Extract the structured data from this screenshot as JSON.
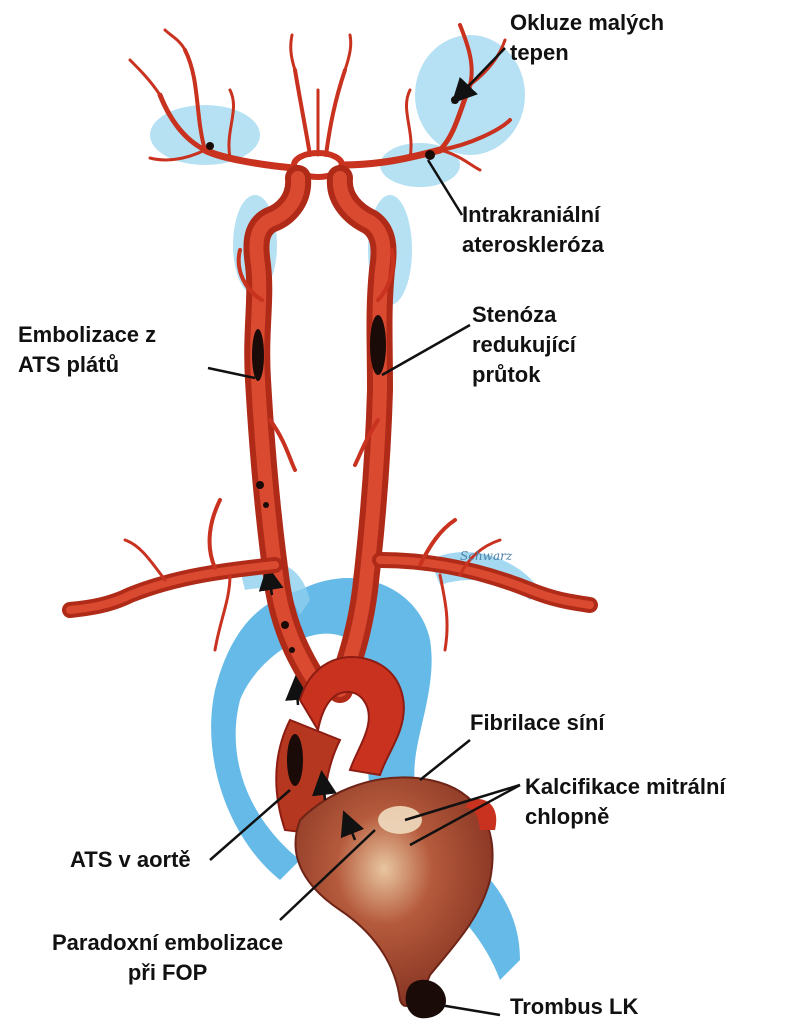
{
  "labels": {
    "small_arteries": {
      "line1": "Okluze malých",
      "line2": "tepen"
    },
    "intracranial": {
      "line1": "Intrakraniální",
      "line2": "ateroskleróza"
    },
    "embolization": {
      "line1": "Embolizace z",
      "line2": "ATS plátů"
    },
    "stenosis": {
      "line1": "Stenóza",
      "line2": "redukující",
      "line3": "průtok"
    },
    "fibrillation": {
      "line1": "Fibrilace síní"
    },
    "calcification": {
      "line1": "Kalcifikace mitrální",
      "line2": "chlopně"
    },
    "ats_aorta": {
      "line1": "ATS v aortě"
    },
    "paradox": {
      "line1": "Paradoxní embolizace",
      "line2": "při FOP"
    },
    "thrombus": {
      "line1": "Trombus LK"
    }
  },
  "colors": {
    "artery": "#c8321f",
    "artery_dark": "#8e1c12",
    "cerebral_halo": "#9fd6ef",
    "aortic_halo": "#4aa9e0",
    "heart": "#a8452c",
    "plaque": "#1a0a08",
    "pointer": "#111111"
  }
}
